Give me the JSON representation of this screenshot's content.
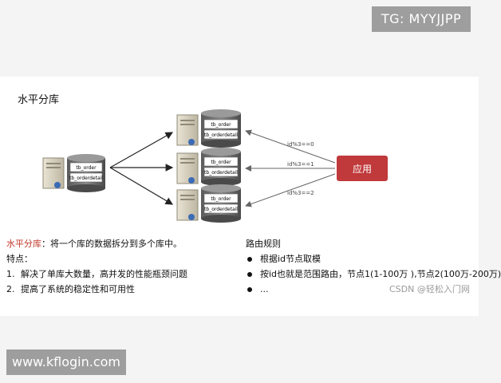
{
  "watermark_top": "TG: MYYJJPP",
  "watermark_bottom": "www.kflogin.com",
  "csdn_mark": "CSDN @轻松入门网",
  "title": "水平分库",
  "source_db": {
    "table1": "tb_order",
    "table2": "tb_orderdetail"
  },
  "target_dbs": [
    {
      "table1": "tb_order",
      "table2": "tb_orderdetail"
    },
    {
      "table1": "tb_order",
      "table2": "tb_orderdetail"
    },
    {
      "table1": "tb_order",
      "table2": "tb_orderdetail"
    }
  ],
  "app": {
    "label": "应用",
    "color": "#c0393b"
  },
  "routes": [
    "id%3==0",
    "id%3==1",
    "id%3==2"
  ],
  "left_text": {
    "definition_term": "水平分库",
    "definition_body": "：将一个库的数据拆分到多个库中。",
    "features_title": "特点：",
    "features": [
      {
        "num": "1.",
        "text": "解决了单库大数量，高并发的性能瓶颈问题"
      },
      {
        "num": "2.",
        "text": "提高了系统的稳定性和可用性"
      }
    ]
  },
  "right_text": {
    "title": "路由规则",
    "items": [
      "根据id节点取模",
      "按id也就是范围路由，节点1(1-100万 ),节点2(100万-200万)",
      "..."
    ]
  }
}
